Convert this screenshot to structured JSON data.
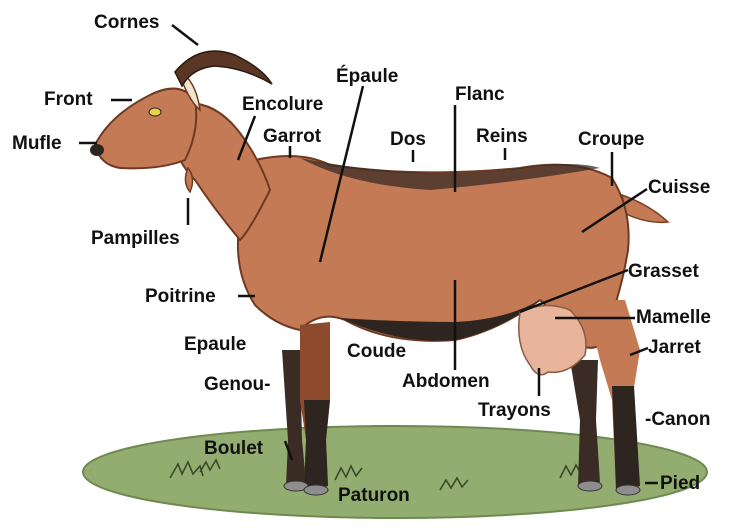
{
  "colors": {
    "background": "#ffffff",
    "coat": "#c47a55",
    "coat_dark": "#8e4a2c",
    "leg_dark": "#2e2520",
    "udder": "#e8b49c",
    "horn": "#5a3624",
    "grass": "#93ad70",
    "label_text": "#111111",
    "leader_line": "#111111"
  },
  "labels": {
    "cornes": "Cornes",
    "front": "Front",
    "mufle": "Mufle",
    "pampilles": "Pampilles",
    "encolure": "Encolure",
    "garrot": "Garrot",
    "epaule_top": "Épaule",
    "flanc": "Flanc",
    "dos": "Dos",
    "reins": "Reins",
    "croupe": "Croupe",
    "cuisse": "Cuisse",
    "grasset": "Grasset",
    "mamelle": "Mamelle",
    "jarret": "Jarret",
    "poitrine": "Poitrine",
    "epaule_low": "Epaule",
    "coude": "Coude",
    "genou": "Genou-",
    "abdomen": "Abdomen",
    "trayons": "Trayons",
    "canon": "-Canon",
    "boulet": "Boulet",
    "paturon": "Paturon",
    "pied": "Pied"
  }
}
